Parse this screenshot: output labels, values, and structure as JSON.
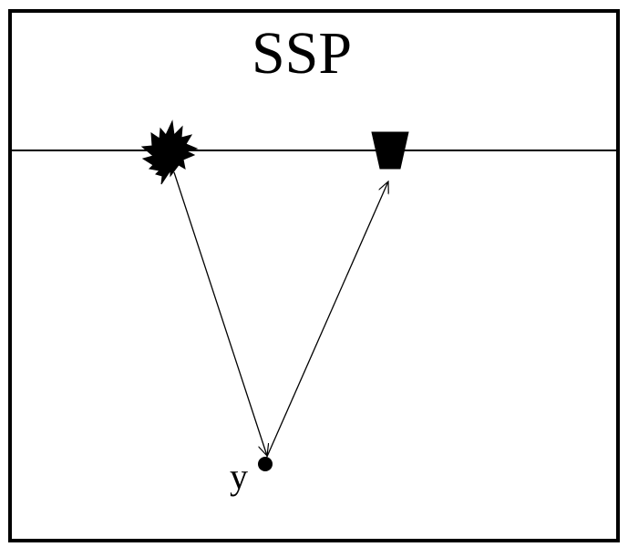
{
  "title": "SSP",
  "point_label": "y",
  "icons": {
    "source": "explosion-source-icon",
    "receiver": "receiver-trapezoid-icon",
    "scatter_point": "scatter-point-dot"
  },
  "colors": {
    "background": "#ffffff",
    "ink": "#000000"
  }
}
